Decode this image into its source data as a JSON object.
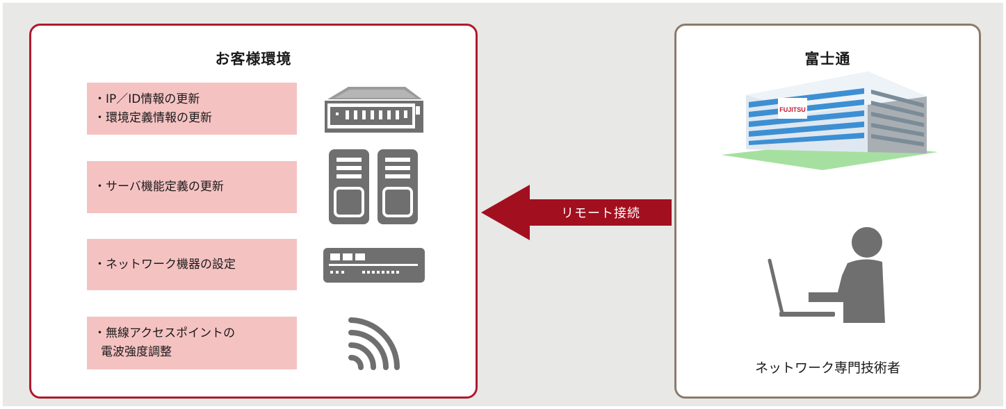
{
  "customer": {
    "title": "お客様環境",
    "tasks": [
      {
        "line1": "・IP／ID情報の更新",
        "line2": "・環境定義情報の更新"
      },
      {
        "line1": "・サーバ機能定義の更新"
      },
      {
        "line1": "・ネットワーク機器の設定"
      },
      {
        "line1": "・無線アクセスポイントの",
        "line2": "電波強度調整"
      }
    ]
  },
  "connection": {
    "label": "リモート接続"
  },
  "fujitsu": {
    "title": "富士通",
    "building_sign": "FUJITSU",
    "engineer_label": "ネットワーク専門技術者"
  },
  "colors": {
    "customer_border": "#b0192c",
    "fujitsu_border": "#8b7b6b",
    "task_fill": "#f5c2c2",
    "arrow_fill": "#a20f1f",
    "icon_gray": "#6f6f6f"
  },
  "icons": [
    "network-appliance-icon",
    "server-tower-icon",
    "network-switch-icon",
    "wireless-signal-icon",
    "office-building-icon",
    "engineer-at-laptop-icon"
  ]
}
